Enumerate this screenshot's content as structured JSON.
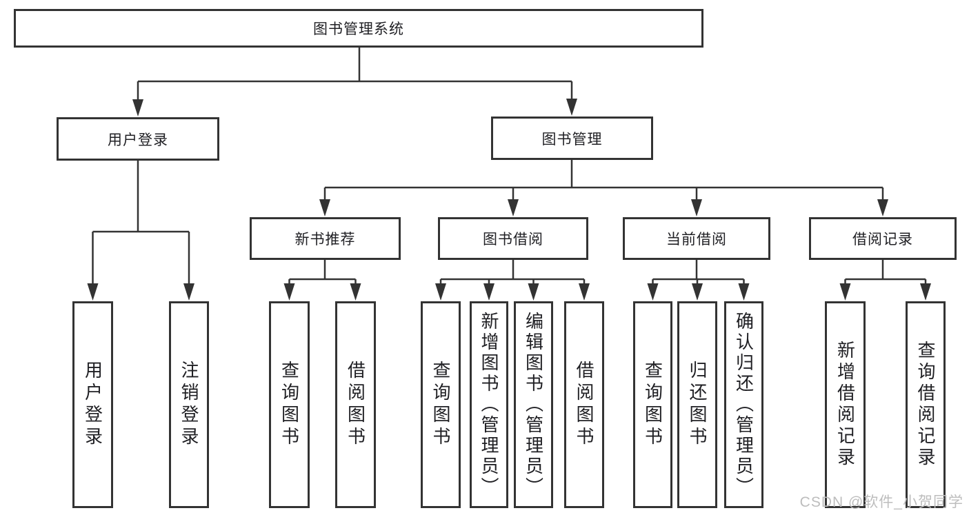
{
  "title": "图书管理系统",
  "watermark": "CSDN @软件_小贺同学",
  "colors": {
    "line": "#333333",
    "text": "#1f1f23",
    "background": "#ffffff",
    "watermark": "#bdbdbd"
  },
  "nodes": {
    "root": "图书管理系统",
    "user_login": "用户登录",
    "book_mgmt": "图书管理",
    "new_book_rec": "新书推荐",
    "book_borrow": "图书借阅",
    "current_borrow": "当前借阅",
    "borrow_records": "借阅记录",
    "leaf_user_login": "用户登录",
    "leaf_logout": "注销登录",
    "leaf_query_book_a": "查询图书",
    "leaf_borrow_book_a": "借阅图书",
    "leaf_query_book_b": "查询图书",
    "leaf_add_book": "新增图书（管理员）",
    "leaf_edit_book": "编辑图书（管理员）",
    "leaf_borrow_book_b": "借阅图书",
    "leaf_query_book_c": "查询图书",
    "leaf_return_book": "归还图书",
    "leaf_confirm_return": "确认归还（管理员）",
    "leaf_add_record": "新增借阅记录",
    "leaf_query_record": "查询借阅记录"
  }
}
